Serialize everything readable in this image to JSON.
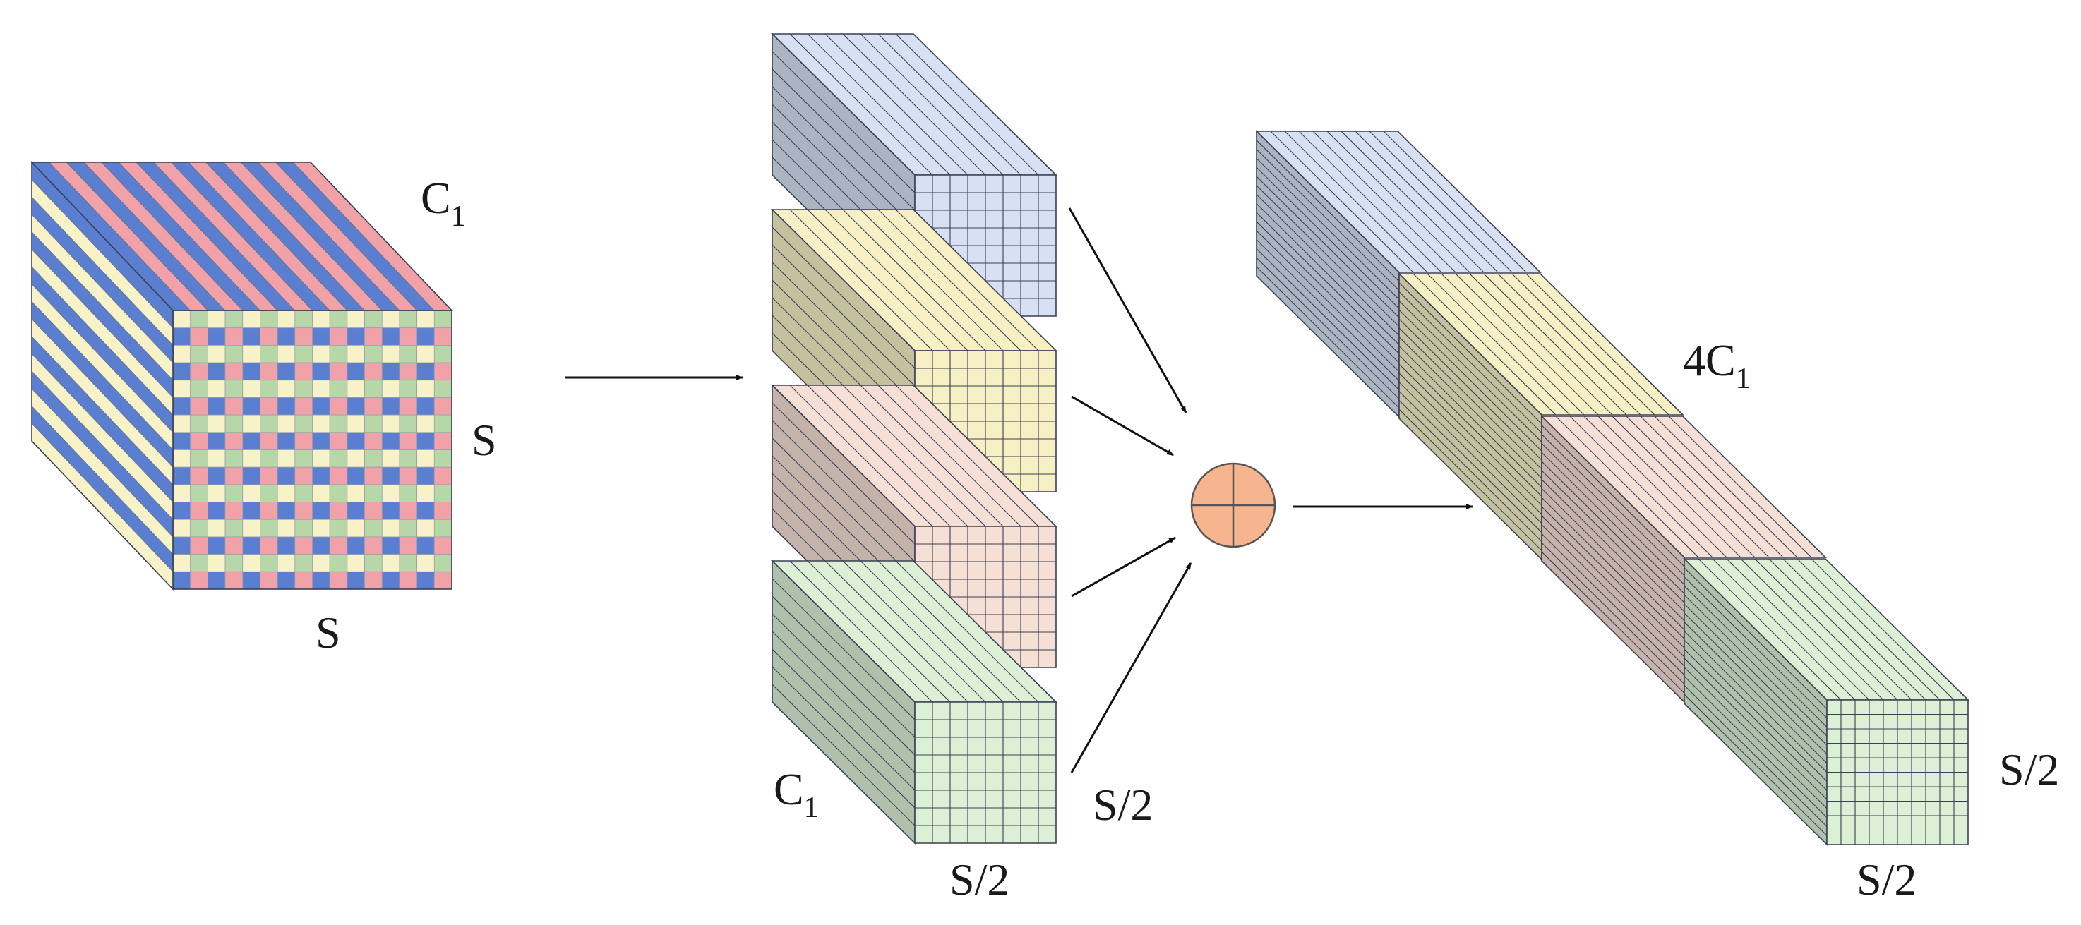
{
  "diagram": {
    "input_tensor": {
      "labels": {
        "channels_main": "C",
        "channels_sub": "1",
        "height": "S",
        "width": "S"
      }
    },
    "split_tensors": {
      "labels": {
        "channels_main": "C",
        "channels_sub": "1",
        "height": "S/2",
        "width": "S/2"
      }
    },
    "concat_operator": {
      "icon": "concat-circle-icon"
    },
    "output_tensor": {
      "labels": {
        "channels_main": "4C",
        "channels_sub": "1",
        "height": "S/2",
        "width": "S/2"
      }
    }
  },
  "colors": {
    "blue": "#d7e1f3",
    "yellow": "#f6f0c4",
    "peach": "#f6dfd4",
    "green": "#dcf0d6",
    "cube_blue": "#5b7fd0",
    "cube_pink": "#f0a2a8",
    "cube_yellow": "#f8f2c8",
    "cube_green": "#b7d7a8",
    "operator_fill": "#f6b48f",
    "arrow": "#111111"
  }
}
